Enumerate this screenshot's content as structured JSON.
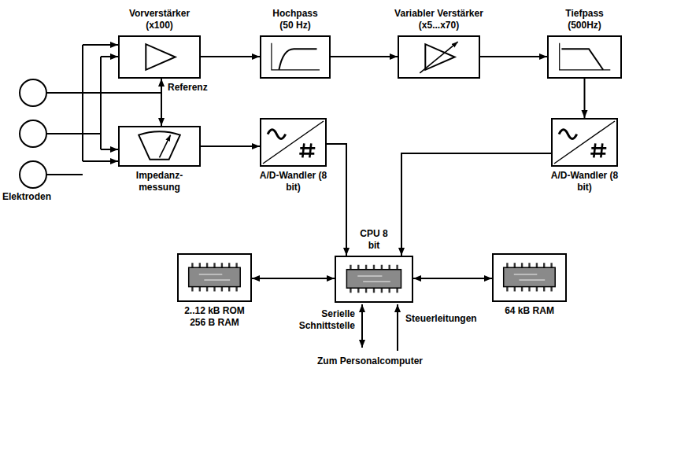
{
  "diagram": {
    "nodes": [
      {
        "text": [
          "Vorverstärker (x100)"
        ]
      },
      {
        "text": [
          "Hochpass (50 Hz)"
        ]
      },
      {
        "text": [
          "Variabler Verstärker (x5...x70)"
        ]
      },
      {
        "text": [
          "Tiefpass (500Hz)"
        ]
      },
      {
        "text": [
          "Impedanz- messung"
        ]
      },
      {
        "text": [
          "A/D-Wandler (8 bit)"
        ]
      },
      {
        "text": [
          "A/D-Wandler (8 bit)"
        ]
      },
      {
        "text": [
          "CPU 8 bit"
        ]
      },
      {
        "text": [
          "2..12 kB ROM 256 B RAM"
        ]
      },
      {
        "text": [
          "64 kB RAM"
        ]
      }
    ],
    "edges": [
      {
        "from": 0,
        "to": 1,
        "arrow": "to"
      },
      {
        "from": 1,
        "to": 2,
        "arrow": "to"
      },
      {
        "from": 2,
        "to": 3,
        "arrow": "to"
      },
      {
        "from": 3,
        "to": 6,
        "arrow": "to"
      },
      {
        "from": 4,
        "to": 5,
        "arrow": "to"
      },
      {
        "from": 5,
        "to": 7,
        "arrow": "to"
      },
      {
        "from": 6,
        "to": 7,
        "arrow": "to"
      },
      {
        "from": 8,
        "to": 7,
        "arrow": "both"
      },
      {
        "from": 7,
        "to": 9,
        "arrow": "both"
      },
      {
        "from": 0,
        "to": 4,
        "arrow": "both"
      }
    ],
    "labels": [
      "Referenz",
      "Elektroden",
      "Serielle Schnittstelle",
      "Steuerleitungen",
      "Zum Personalcomputer"
    ]
  }
}
